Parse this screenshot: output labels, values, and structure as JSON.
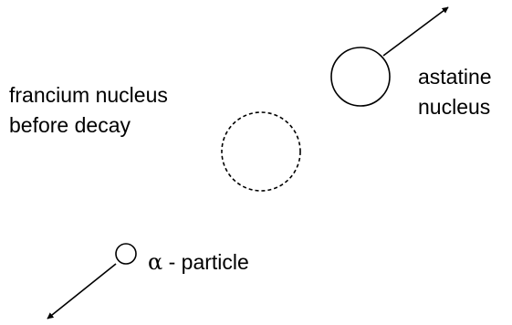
{
  "diagram": {
    "francium_label": {
      "line1": "francium nucleus",
      "line2": "before decay"
    },
    "astatine_label": {
      "line1": "astatine",
      "line2": "nucleus"
    },
    "alpha_label": {
      "symbol": "α",
      "text": " - particle"
    },
    "colors": {
      "stroke": "#000000",
      "background": "#ffffff"
    }
  }
}
